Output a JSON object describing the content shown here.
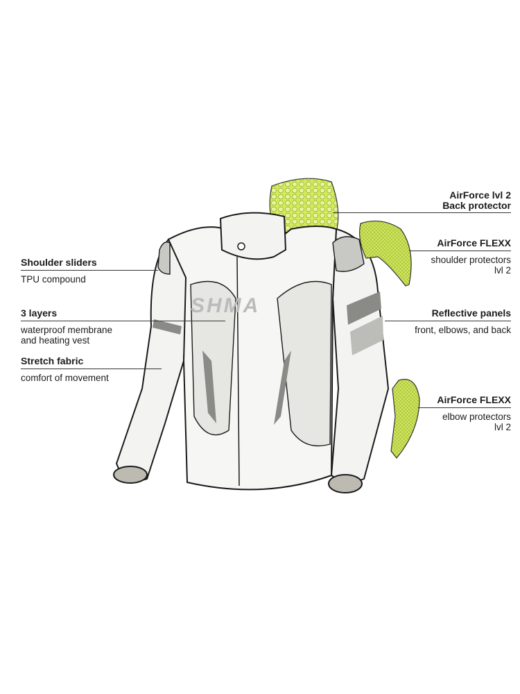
{
  "labels_left": [
    {
      "title": "Shoulder sliders",
      "desc": [
        "TPU compound"
      ]
    },
    {
      "title": "3 layers",
      "desc": [
        "waterproof membrane",
        "and heating vest"
      ]
    },
    {
      "title": "Stretch fabric",
      "desc": [
        "comfort of movement"
      ]
    }
  ],
  "labels_right": [
    {
      "title": [
        "AirForce lvl 2",
        "Back protector"
      ],
      "desc": []
    },
    {
      "title": [
        "AirForce FLEXX"
      ],
      "desc": [
        "shoulder protectors",
        "lvl 2"
      ]
    },
    {
      "title": [
        "Reflective panels"
      ],
      "desc": [
        "front, elbows, and back"
      ]
    },
    {
      "title": [
        "AirForce FLEXX"
      ],
      "desc": [
        "elbow protectors",
        "lvl 2"
      ]
    }
  ],
  "colors": {
    "protector": "#c8e04a",
    "protector_light": "#e6f29a",
    "outline": "#1a1a1a",
    "panel": "#e6e6e2",
    "dark_panel": "#8a8a86"
  }
}
